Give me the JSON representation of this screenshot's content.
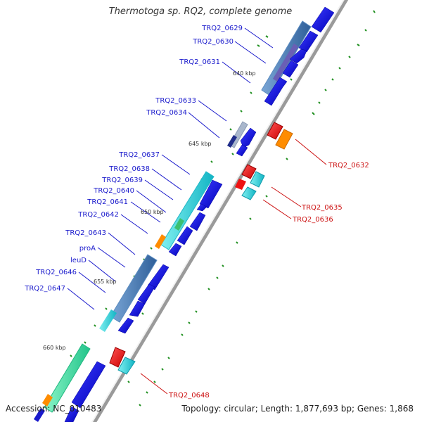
{
  "title": "Thermotoga sp. RQ2, complete genome",
  "accession": "Accession: NC_010483",
  "topology": "Topology: circular; Length: 1,877,693 bp; Genes: 1,868",
  "kbp_labels": [
    "640 kbp",
    "645 kbp",
    "650 kbp",
    "655 kbp",
    "660 kbp"
  ],
  "left_genes": [
    "TRQ2_0629",
    "TRQ2_0630",
    "TRQ2_0631",
    "TRQ2_0633",
    "TRQ2_0634",
    "TRQ2_0637",
    "TRQ2_0638",
    "TRQ2_0639",
    "TRQ2_0640",
    "TRQ2_0641",
    "TRQ2_0642",
    "TRQ2_0643",
    "proA",
    "leuD",
    "TRQ2_0646",
    "TRQ2_0647"
  ],
  "right_genes": [
    "TRQ2_0632",
    "TRQ2_0635",
    "TRQ2_0636",
    "TRQ2_0648"
  ],
  "colors": {
    "forward_label": "#1a1acc",
    "reverse_label": "#cc1111",
    "gene_blue": "#1010dd",
    "gene_red": "#ee1111",
    "gene_orange": "#ff8c00",
    "gene_cyan": "#33cccc",
    "band_steel": "#4a7fb5",
    "band_cyan": "#22c8d8",
    "band_green": "#33d9a0",
    "tick_green": "#1f8f1f"
  }
}
